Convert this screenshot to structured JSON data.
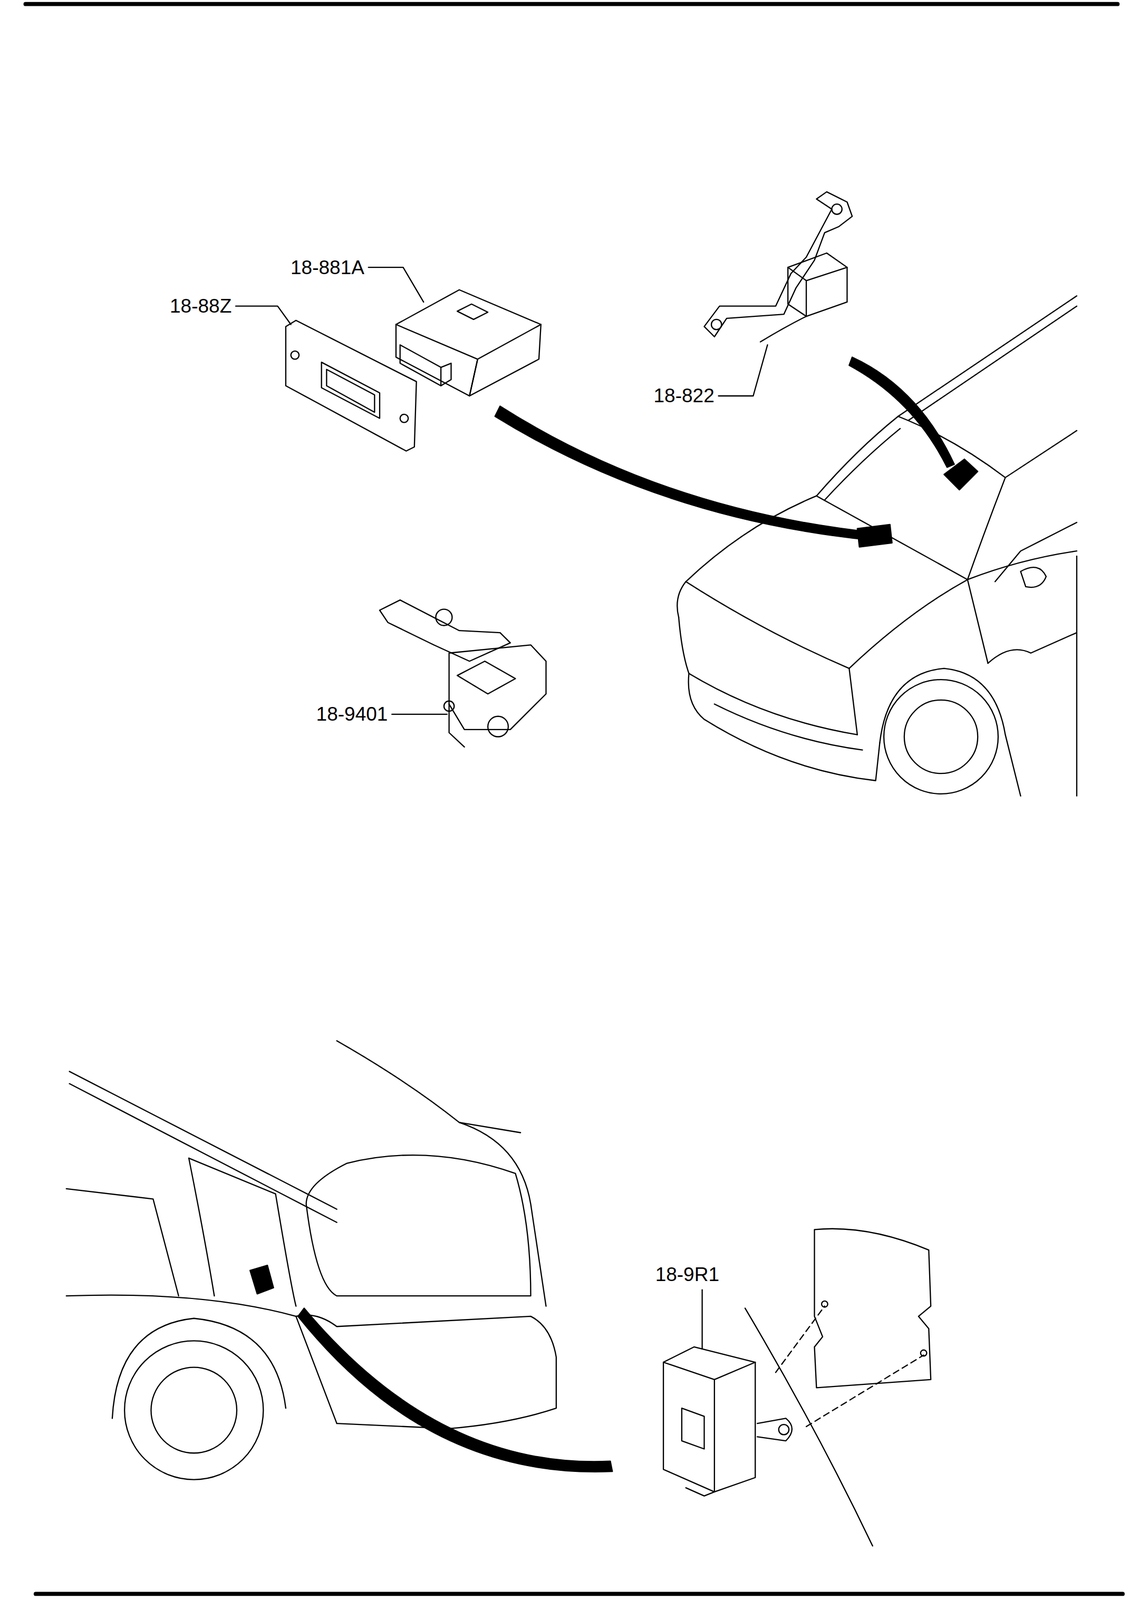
{
  "diagram": {
    "labels": [
      "18-881A",
      "18-88Z",
      "18-822",
      "18-9401",
      "18-9R1"
    ]
  }
}
